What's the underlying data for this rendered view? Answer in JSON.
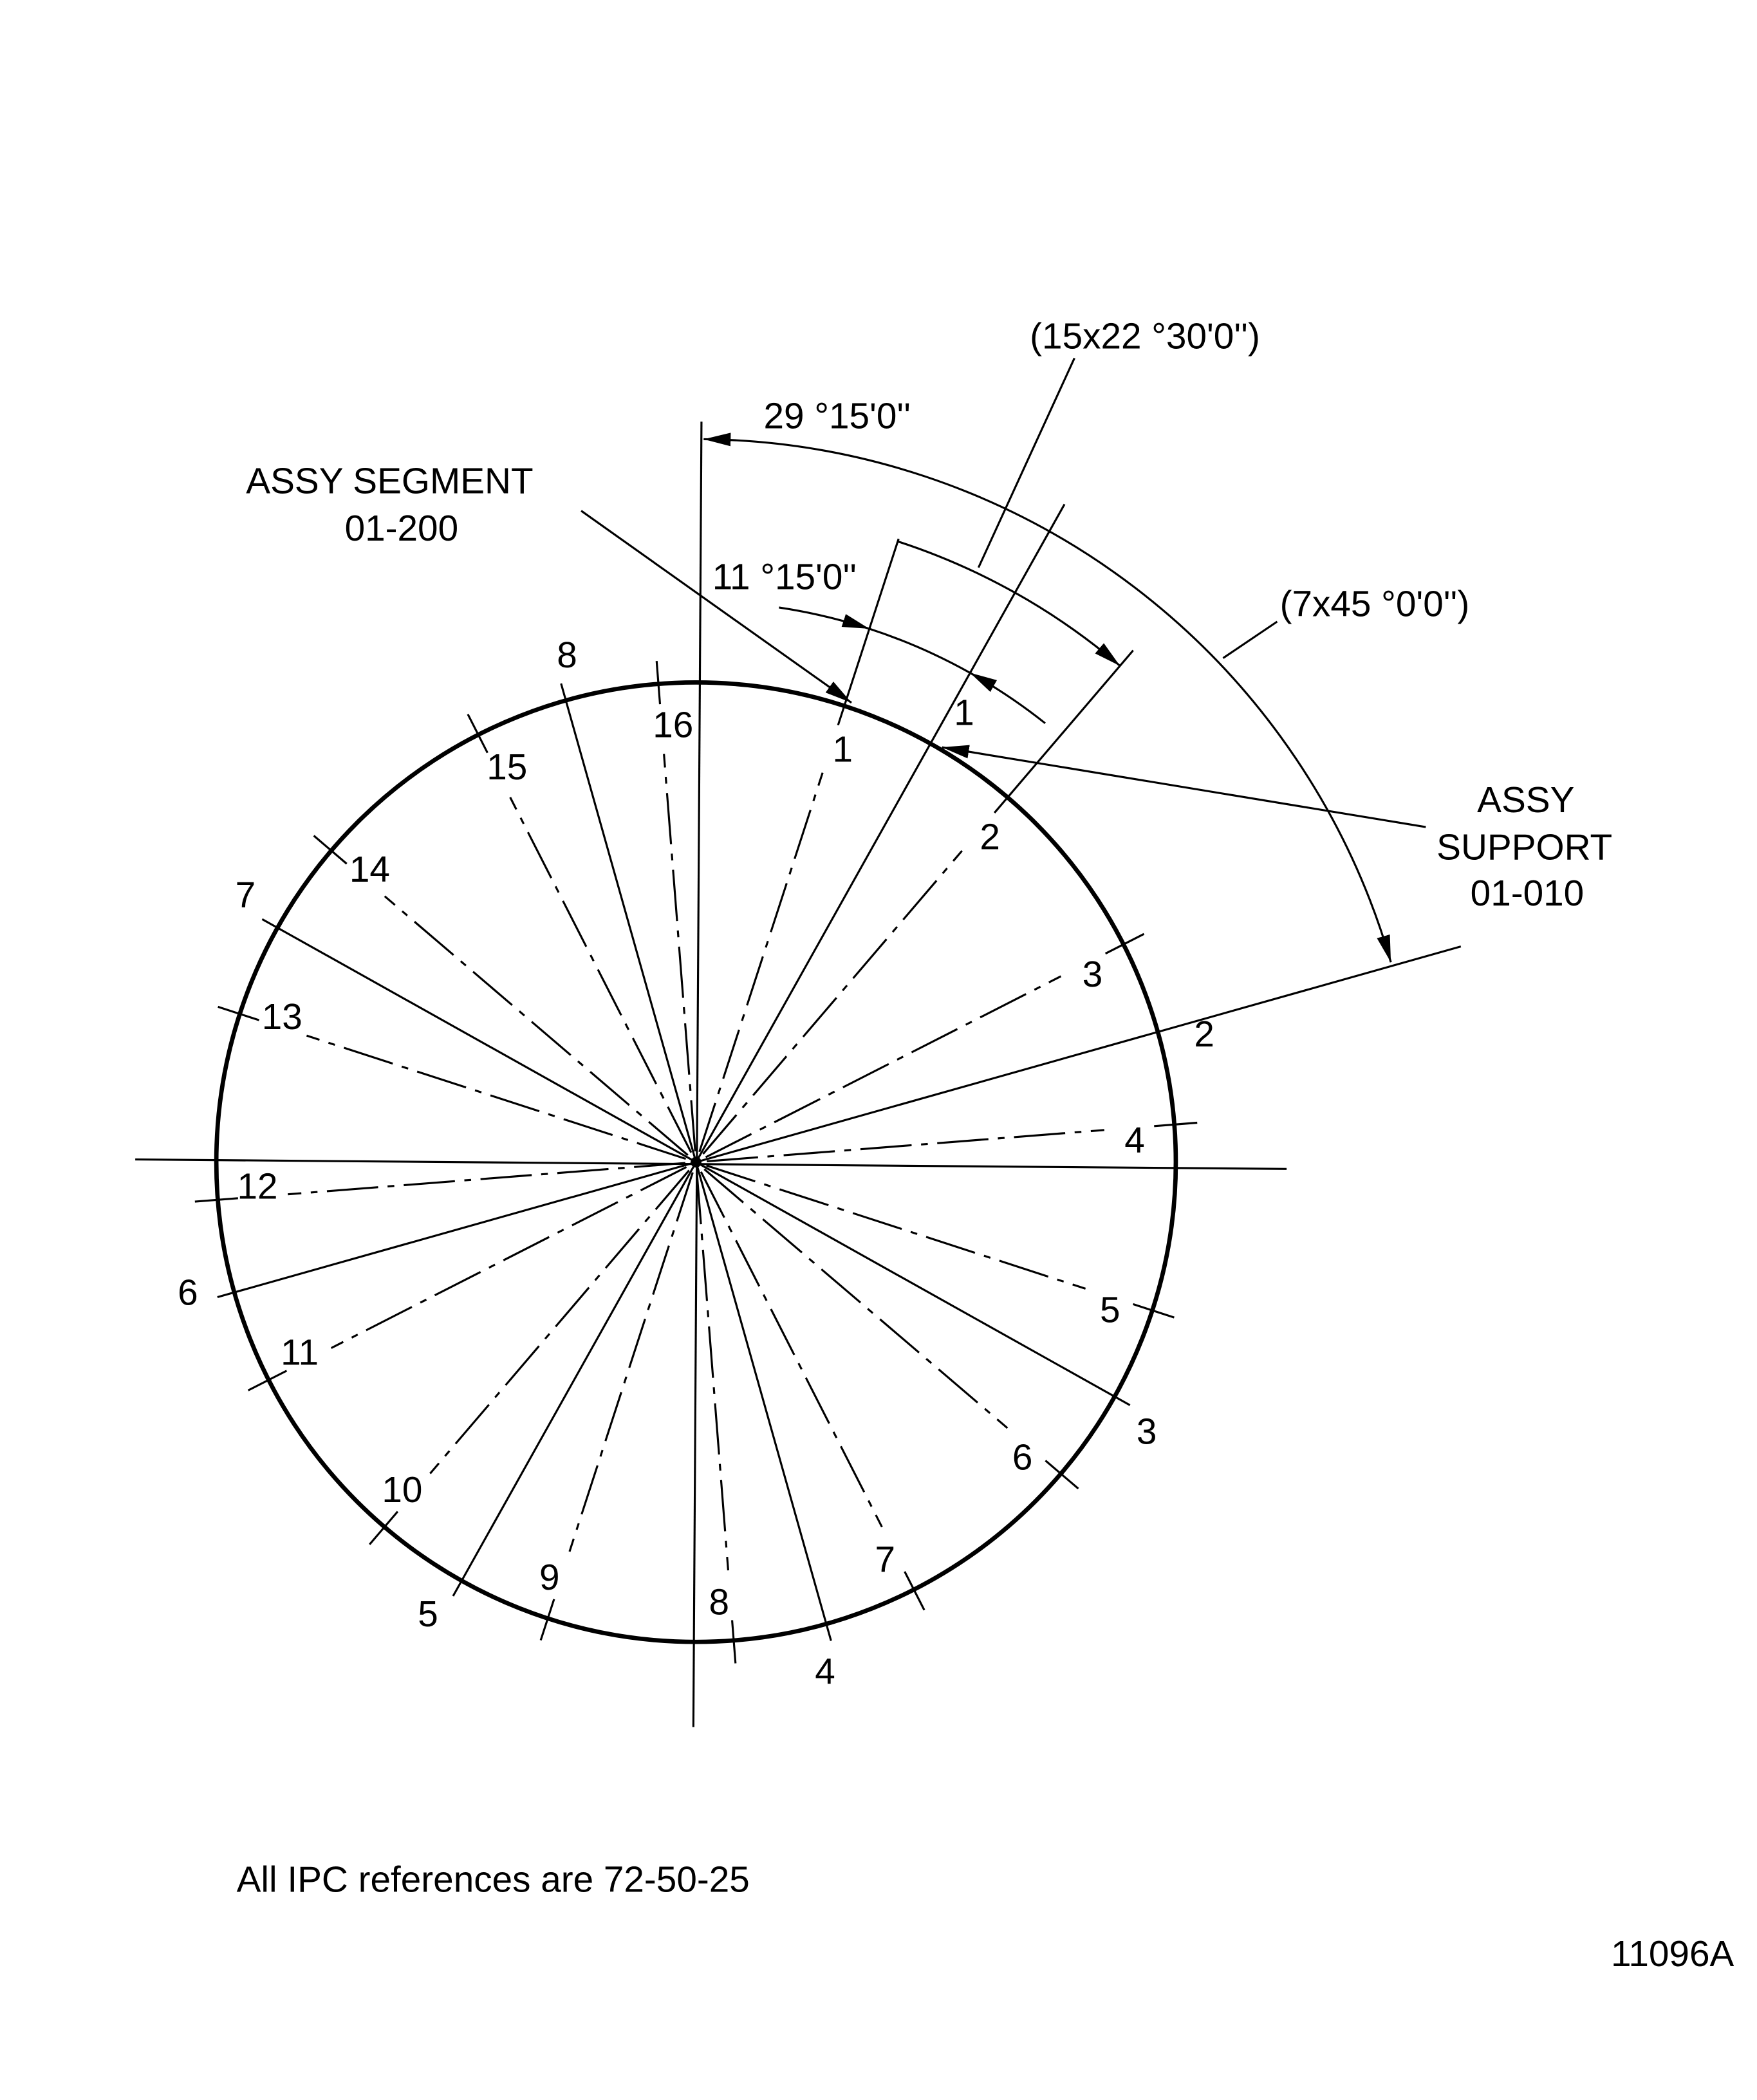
{
  "dimensions": {
    "segment_pitch_label": "(15x22 °30'0'')",
    "support_offset_label": "29 °15'0''",
    "segment_offset_label": "11 °15'0''",
    "support_pitch_label": "(7x45 °0'0'')"
  },
  "callouts": {
    "assy_segment_line1": "ASSY SEGMENT",
    "assy_segment_line2": "01-200",
    "assy_support_line1": "ASSY",
    "assy_support_line2": "SUPPORT",
    "assy_support_line3": "01-010"
  },
  "footer": {
    "note": "All IPC references are 72-50-25",
    "figure_id": "11096A"
  },
  "supports": {
    "first_angle_deg": 29.25,
    "pitch_deg": 45,
    "labels": [
      "1",
      "2",
      "3",
      "4",
      "5",
      "6",
      "7",
      "8"
    ]
  },
  "segments": {
    "first_angle_deg": 18,
    "pitch_deg": 22.5,
    "labels": [
      "1",
      "2",
      "3",
      "4",
      "5",
      "6",
      "7",
      "8",
      "9",
      "10",
      "11",
      "12",
      "13",
      "14",
      "15",
      "16"
    ]
  },
  "colors": {
    "ink": "#000000",
    "paper": "#ffffff"
  }
}
